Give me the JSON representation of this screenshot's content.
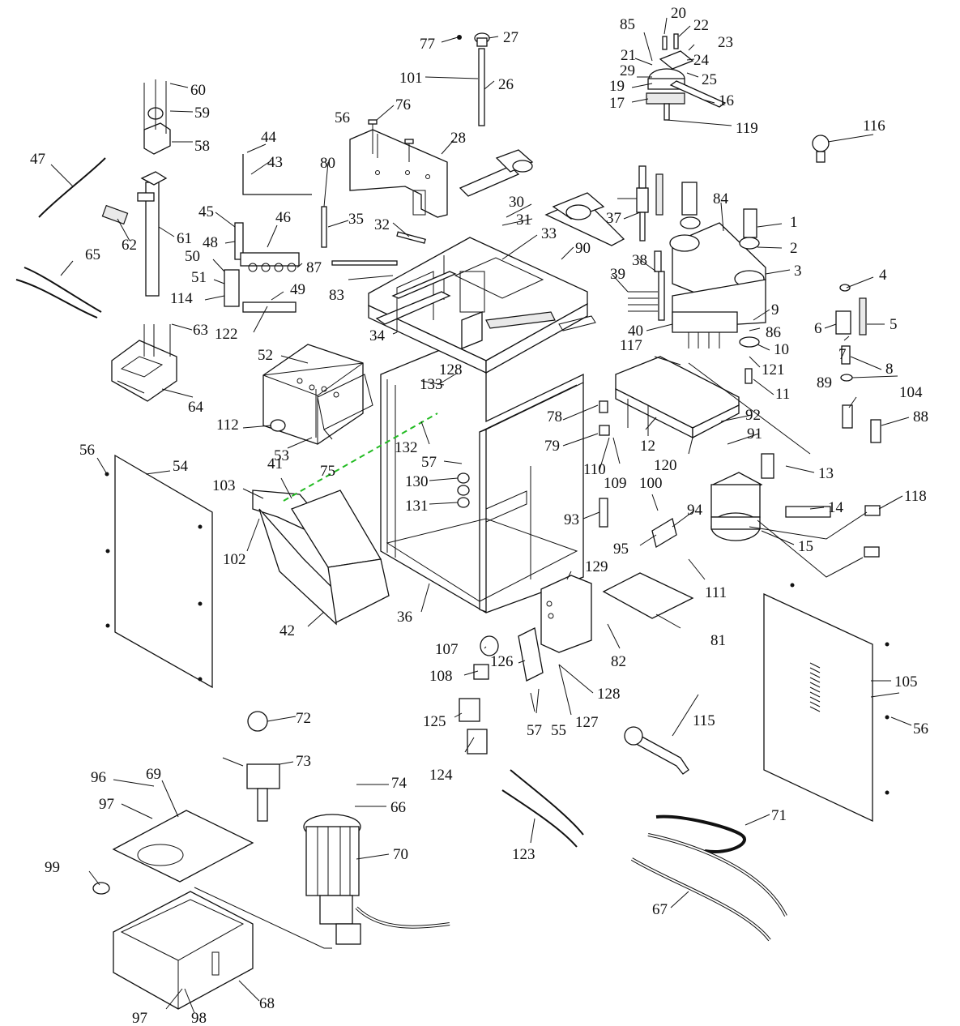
{
  "diagram": {
    "labels": [
      {
        "id": "c1",
        "text": "1"
      },
      {
        "id": "c2",
        "text": "2"
      },
      {
        "id": "c3",
        "text": "3"
      },
      {
        "id": "c4",
        "text": "4"
      },
      {
        "id": "c5",
        "text": "5"
      },
      {
        "id": "c6",
        "text": "6"
      },
      {
        "id": "c7",
        "text": "7"
      },
      {
        "id": "c8",
        "text": "8"
      },
      {
        "id": "c9",
        "text": "9"
      },
      {
        "id": "c10",
        "text": "10"
      },
      {
        "id": "c11",
        "text": "11"
      },
      {
        "id": "c12",
        "text": "12"
      },
      {
        "id": "c13",
        "text": "13"
      },
      {
        "id": "c14",
        "text": "14"
      },
      {
        "id": "c15",
        "text": "15"
      },
      {
        "id": "c16",
        "text": "16"
      },
      {
        "id": "c17",
        "text": "17"
      },
      {
        "id": "c19",
        "text": "19"
      },
      {
        "id": "c20",
        "text": "20"
      },
      {
        "id": "c21",
        "text": "21"
      },
      {
        "id": "c22",
        "text": "22"
      },
      {
        "id": "c23",
        "text": "23"
      },
      {
        "id": "c24",
        "text": "24"
      },
      {
        "id": "c25",
        "text": "25"
      },
      {
        "id": "c26",
        "text": "26"
      },
      {
        "id": "c27",
        "text": "27"
      },
      {
        "id": "c28",
        "text": "28"
      },
      {
        "id": "c29",
        "text": "29"
      },
      {
        "id": "c30",
        "text": "30"
      },
      {
        "id": "c31",
        "text": "31"
      },
      {
        "id": "c32",
        "text": "32"
      },
      {
        "id": "c33",
        "text": "33"
      },
      {
        "id": "c34",
        "text": "34"
      },
      {
        "id": "c35",
        "text": "35"
      },
      {
        "id": "c36",
        "text": "36"
      },
      {
        "id": "c37",
        "text": "37"
      },
      {
        "id": "c38",
        "text": "38"
      },
      {
        "id": "c39",
        "text": "39"
      },
      {
        "id": "c40",
        "text": "40"
      },
      {
        "id": "c41",
        "text": "41"
      },
      {
        "id": "c42",
        "text": "42"
      },
      {
        "id": "c43",
        "text": "43"
      },
      {
        "id": "c44",
        "text": "44"
      },
      {
        "id": "c45",
        "text": "45"
      },
      {
        "id": "c46",
        "text": "46"
      },
      {
        "id": "c47",
        "text": "47"
      },
      {
        "id": "c48",
        "text": "48"
      },
      {
        "id": "c49",
        "text": "49"
      },
      {
        "id": "c50",
        "text": "50"
      },
      {
        "id": "c51",
        "text": "51"
      },
      {
        "id": "c52",
        "text": "52"
      },
      {
        "id": "c53",
        "text": "53"
      },
      {
        "id": "c54",
        "text": "54"
      },
      {
        "id": "c55",
        "text": "55"
      },
      {
        "id": "c56a",
        "text": "56"
      },
      {
        "id": "c56b",
        "text": "56"
      },
      {
        "id": "c56c",
        "text": "56"
      },
      {
        "id": "c57a",
        "text": "57"
      },
      {
        "id": "c57b",
        "text": "57"
      },
      {
        "id": "c58",
        "text": "58"
      },
      {
        "id": "c59",
        "text": "59"
      },
      {
        "id": "c60",
        "text": "60"
      },
      {
        "id": "c61",
        "text": "61"
      },
      {
        "id": "c62",
        "text": "62"
      },
      {
        "id": "c63",
        "text": "63"
      },
      {
        "id": "c64",
        "text": "64"
      },
      {
        "id": "c65",
        "text": "65"
      },
      {
        "id": "c66",
        "text": "66"
      },
      {
        "id": "c67",
        "text": "67"
      },
      {
        "id": "c68",
        "text": "68"
      },
      {
        "id": "c69",
        "text": "69"
      },
      {
        "id": "c70",
        "text": "70"
      },
      {
        "id": "c71",
        "text": "71"
      },
      {
        "id": "c72",
        "text": "72"
      },
      {
        "id": "c73",
        "text": "73"
      },
      {
        "id": "c74",
        "text": "74"
      },
      {
        "id": "c75",
        "text": "75"
      },
      {
        "id": "c76",
        "text": "76"
      },
      {
        "id": "c77",
        "text": "77"
      },
      {
        "id": "c78",
        "text": "78"
      },
      {
        "id": "c79",
        "text": "79"
      },
      {
        "id": "c80",
        "text": "80"
      },
      {
        "id": "c81",
        "text": "81"
      },
      {
        "id": "c82",
        "text": "82"
      },
      {
        "id": "c83",
        "text": "83"
      },
      {
        "id": "c84",
        "text": "84"
      },
      {
        "id": "c85",
        "text": "85"
      },
      {
        "id": "c86",
        "text": "86"
      },
      {
        "id": "c87",
        "text": "87"
      },
      {
        "id": "c88",
        "text": "88"
      },
      {
        "id": "c89",
        "text": "89"
      },
      {
        "id": "c90",
        "text": "90"
      },
      {
        "id": "c91",
        "text": "91"
      },
      {
        "id": "c92",
        "text": "92"
      },
      {
        "id": "c93",
        "text": "93"
      },
      {
        "id": "c94",
        "text": "94"
      },
      {
        "id": "c95",
        "text": "95"
      },
      {
        "id": "c96",
        "text": "96"
      },
      {
        "id": "c97a",
        "text": "97"
      },
      {
        "id": "c97b",
        "text": "97"
      },
      {
        "id": "c98",
        "text": "98"
      },
      {
        "id": "c99",
        "text": "99"
      },
      {
        "id": "c100",
        "text": "100"
      },
      {
        "id": "c101",
        "text": "101"
      },
      {
        "id": "c102",
        "text": "102"
      },
      {
        "id": "c103",
        "text": "103"
      },
      {
        "id": "c104",
        "text": "104"
      },
      {
        "id": "c105",
        "text": "105"
      },
      {
        "id": "c107",
        "text": "107"
      },
      {
        "id": "c108",
        "text": "108"
      },
      {
        "id": "c109",
        "text": "109"
      },
      {
        "id": "c110",
        "text": "110"
      },
      {
        "id": "c111",
        "text": "111"
      },
      {
        "id": "c112",
        "text": "112"
      },
      {
        "id": "c114",
        "text": "114"
      },
      {
        "id": "c115",
        "text": "115"
      },
      {
        "id": "c116",
        "text": "116"
      },
      {
        "id": "c117",
        "text": "117"
      },
      {
        "id": "c118",
        "text": "118"
      },
      {
        "id": "c119",
        "text": "119"
      },
      {
        "id": "c120",
        "text": "120"
      },
      {
        "id": "c121",
        "text": "121"
      },
      {
        "id": "c122",
        "text": "122"
      },
      {
        "id": "c123",
        "text": "123"
      },
      {
        "id": "c124",
        "text": "124"
      },
      {
        "id": "c125",
        "text": "125"
      },
      {
        "id": "c126",
        "text": "126"
      },
      {
        "id": "c127",
        "text": "127"
      },
      {
        "id": "c128a",
        "text": "128"
      },
      {
        "id": "c128b",
        "text": "128"
      },
      {
        "id": "c129",
        "text": "129"
      },
      {
        "id": "c130",
        "text": "130"
      },
      {
        "id": "c131",
        "text": "131"
      },
      {
        "id": "c132",
        "text": "132"
      },
      {
        "id": "c133",
        "text": "133"
      }
    ]
  }
}
